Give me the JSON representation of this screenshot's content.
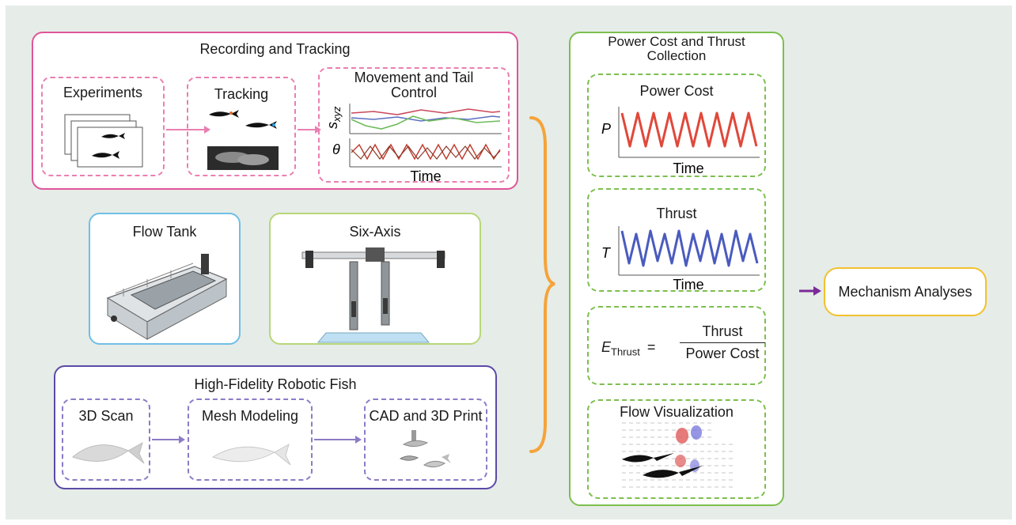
{
  "recording": {
    "title": "Recording and Tracking",
    "experiments": "Experiments",
    "tracking": "Tracking",
    "movement": "Movement and Tail Control",
    "sxyz_base": "s",
    "sxyz_sub": "xyz",
    "theta": "θ",
    "time": "Time"
  },
  "flow_tank": {
    "title": "Flow Tank"
  },
  "six_axis": {
    "title": "Six-Axis"
  },
  "robotic_fish": {
    "title": "High-Fidelity Robotic Fish",
    "scan": "3D Scan",
    "mesh": "Mesh Modeling",
    "cad": "CAD and 3D Print"
  },
  "power_thrust": {
    "title": "Power Cost and Thrust Collection",
    "power_cost": "Power Cost",
    "p_label": "P",
    "thrust": "Thrust",
    "t_label": "T",
    "time": "Time",
    "eff_symbol": "E",
    "eff_sub": "Thrust",
    "eff_equals": "=",
    "eff_numerator": "Thrust",
    "eff_denominator": "Power Cost",
    "flow_vis": "Flow Visualization"
  },
  "mechanism": {
    "label": "Mechanism Analyses"
  },
  "colors": {
    "pink": "#e0559a",
    "green": "#7cbf4e",
    "blue": "#6fbfe6",
    "lime": "#b7d77a",
    "purple": "#5b4aa6",
    "yellow": "#f2c12e",
    "orange": "#f5a33a",
    "arrow_purple": "#7b2a98",
    "power_red": "#e0483a",
    "thrust_blue": "#4a5bbf"
  }
}
